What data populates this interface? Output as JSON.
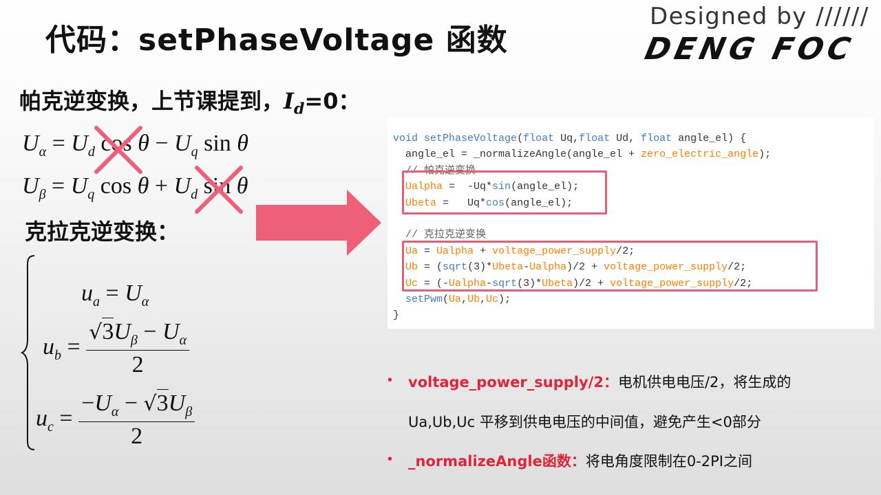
{
  "title": "代码：setPhaseVoltage 函数",
  "logo": {
    "line1": "Designed by  //////",
    "line2": "DENG FOC"
  },
  "section1": {
    "heading_text": "帕克逆变换，上节课提到，",
    "id_symbol": "I",
    "id_sub": "d",
    "id_value": "=0："
  },
  "section2": {
    "heading": "克拉克逆变换："
  },
  "code": {
    "lines": [
      "void setPhaseVoltage(float Uq,float Ud, float angle_el) {",
      "  angle_el = _normalizeAngle(angle_el + zero_electric_angle);",
      "  // 帕克逆变换",
      "  Ualpha =  -Uq*sin(angle_el);",
      "  Ubeta =   Uq*cos(angle_el);",
      "",
      "  // 克拉克逆变换",
      "  Ua = Ualpha + voltage_power_supply/2;",
      "  Ub = (sqrt(3)*Ubeta-Ualpha)/2 + voltage_power_supply/2;",
      "  Uc = (-Ualpha-sqrt(3)*Ubeta)/2 + voltage_power_supply/2;",
      "  setPwm(Ua,Ub,Uc);",
      "}"
    ]
  },
  "bullets": [
    {
      "label": "voltage_power_supply/2：",
      "text": "电机供电电压/2，将生成的",
      "continuation": "Ua,Ub,Uc 平移到供电电压的中间值，避免产生<0部分"
    },
    {
      "label": "_normalizeAngle函数：",
      "text": "将电角度限制在0-2PI之间"
    }
  ],
  "colors": {
    "accent_red": "#e0243c",
    "arrow": "#ee5f78",
    "highlight_box": "#e06078",
    "code_keyword": "#3e7cc9",
    "code_orange": "#ff7f00"
  },
  "icons": {
    "bullet": "dot",
    "arrow": "right-arrow",
    "strike": "x-cross"
  }
}
